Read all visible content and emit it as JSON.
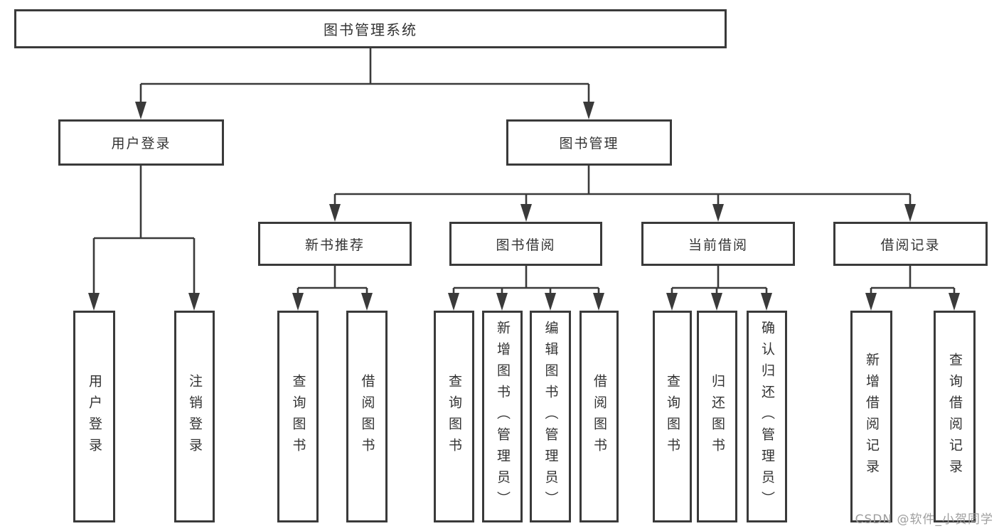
{
  "diagram_title": "图书管理系统",
  "tree": {
    "label": "图书管理系统",
    "children": [
      {
        "label": "用户登录",
        "children": [
          {
            "label": "用户登录"
          },
          {
            "label": "注销登录"
          }
        ]
      },
      {
        "label": "图书管理",
        "children": [
          {
            "label": "新书推荐",
            "children": [
              {
                "label": "查询图书"
              },
              {
                "label": "借阅图书"
              }
            ]
          },
          {
            "label": "图书借阅",
            "children": [
              {
                "label": "查询图书"
              },
              {
                "label": "新增图书（管理员）"
              },
              {
                "label": "编辑图书（管理员）"
              },
              {
                "label": "借阅图书"
              }
            ]
          },
          {
            "label": "当前借阅",
            "children": [
              {
                "label": "查询图书"
              },
              {
                "label": "归还图书"
              },
              {
                "label": "确认归还（管理员）"
              }
            ]
          },
          {
            "label": "借阅记录",
            "children": [
              {
                "label": "新增借阅记录"
              },
              {
                "label": "查询借阅记录"
              }
            ]
          }
        ]
      }
    ]
  },
  "watermark": "CSDN @软件_小贺同学",
  "colors": {
    "stroke": "#3a3a3a",
    "text": "#333333",
    "watermark": "#9e9e9e",
    "background": "#ffffff"
  }
}
